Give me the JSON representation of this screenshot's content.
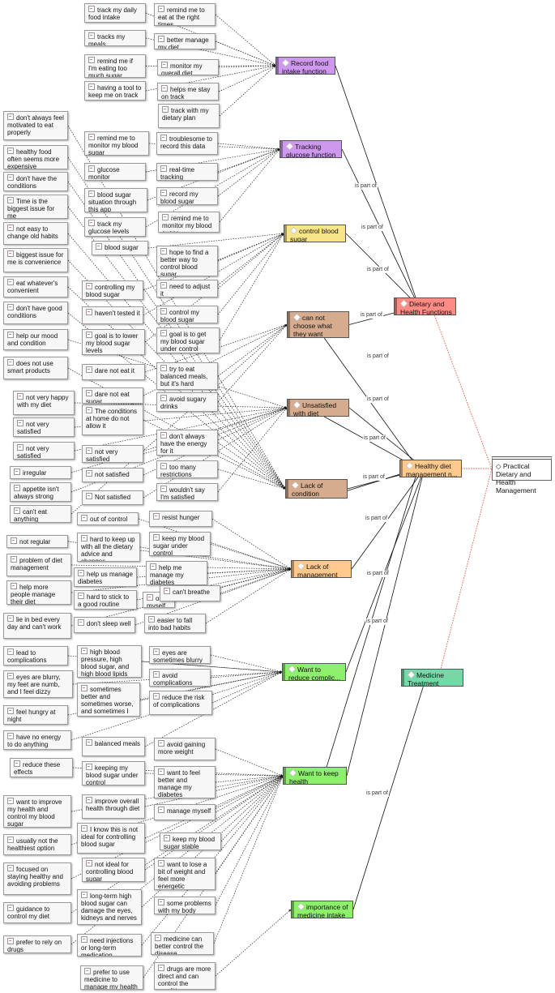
{
  "edge_label": "is part of",
  "colors": {
    "purple": "#cf98ef",
    "yellow": "#f8e588",
    "tan": "#d6ab8e",
    "orange": "#ffc98d",
    "green": "#8df06b",
    "red": "#ff8b84",
    "teal": "#74d9a7",
    "dotted_red": "#e64d3a"
  },
  "root": {
    "label": "Practical Dietary and Health Management"
  },
  "categories": [
    {
      "id": "dietary-health-functions",
      "label": "Dietary and Health Functions",
      "color": "red"
    },
    {
      "id": "healthy-diet-management",
      "label": "Healthy diet management n...",
      "color": "orange"
    },
    {
      "id": "medicine-treatment",
      "label": "Medicine Treatment",
      "color": "teal"
    }
  ],
  "themes": [
    {
      "id": "record-food",
      "label": "Record food intake function",
      "color": "purple"
    },
    {
      "id": "tracking-glucose",
      "label": "Tracking glucose function",
      "color": "purple"
    },
    {
      "id": "control-blood-sugar",
      "label": "control blood sugar",
      "color": "yellow"
    },
    {
      "id": "can-not-choose",
      "label": "can not choose what they want",
      "color": "tan"
    },
    {
      "id": "unsatisfied-diet",
      "label": "Unsatisfied with diet",
      "color": "tan"
    },
    {
      "id": "lack-condition",
      "label": "Lack of condition",
      "color": "tan"
    },
    {
      "id": "lack-management",
      "label": "Lack of management",
      "color": "orange"
    },
    {
      "id": "reduce-complications",
      "label": "Want to reduce complic...",
      "color": "green"
    },
    {
      "id": "keep-health",
      "label": "Want to keep health",
      "color": "green"
    },
    {
      "id": "importance-medicine",
      "label": "importance of medicine intake",
      "color": "green"
    }
  ],
  "quotes": [
    "track my daily food intake",
    "remind me to eat at the right times",
    "tracks my meals",
    "better manage my diet",
    "remind me if I'm eating too much sugar",
    "monitor my overall diet",
    "having a tool to keep me on track",
    "helps me stay on track",
    "track with my dietary plan",
    "don't always feel motivated to eat properly",
    "remind me to monitor my blood sugar",
    "troublesome to record this data",
    "healthy food often seems more expensive",
    "glucose monitor",
    "real-time tracking",
    "don't have the conditions",
    "blood sugar situation through this app",
    "record my blood sugar",
    "Time is the biggest issue for me",
    "track my glucose levels",
    "remind me to monitor my blood sugar",
    "not easy to change old habits",
    "blood sugar",
    "biggest issue for me is convenience",
    "hope to find a better way to control blood sugar",
    "eat whatever's convenient",
    "controlling my blood sugar",
    "need to adjust it",
    "don't have good conditions",
    "haven't tested it",
    "control my blood sugar",
    "help our mood and condition",
    "goal is to lower my blood sugar levels",
    "goal is to get my blood sugar under control",
    "does not use smart products",
    "dare not eat it",
    "try to eat balanced meals, but it's hard",
    "not very happy with my diet",
    "dare not eat sugar",
    "avoid sugary drinks",
    "not very satisfied",
    "The conditions at home do not allow it",
    "not very satisfied",
    "don't always have the energy for it",
    "not very satisfied",
    "irregular",
    "not satisfied",
    "too many restrictions",
    "appetite isn't always strong",
    "Not satisfied",
    "wouldn't say I'm satisfied",
    "can't eat anything",
    "out of control",
    "resist hunger",
    "not regular",
    "hard to keep up with all the dietary advice and changes",
    "keep my blood sugar under control",
    "problem of diet management",
    "help us manage diabetes",
    "help me manage my diabetes",
    "help more people manage their diet",
    "hard to stick to a good routine",
    "of myself",
    "can't breathe",
    "lie in bed every day and can't work",
    "don't sleep well",
    "easier to fall into bad habits",
    "lead to complications",
    "high blood pressure, high blood sugar, and high blood lipids",
    "eyes are sometimes blurry",
    "eyes are blurry, my feet are numb, and I feel dizzy",
    "avoid complications",
    "sometimes better and sometimes worse, and sometimes I feel dizzy",
    "reduce the risk of complications",
    "feel hungry at night",
    "have no energy to do anything",
    "balanced meals",
    "avoid gaining more weight",
    "reduce these effects",
    "keeping my blood sugar under control",
    "want to feel better and manage my diabetes",
    "want to improve my health and control my blood sugar",
    "improve overall health through diet",
    "manage myself",
    "usually not the healthiest option",
    "I know this is not ideal for controlling blood sugar",
    "keep my blood sugar stable",
    "focused on staying healthy and avoiding problems",
    "not ideal for controlling blood sugar",
    "want to lose a bit of weight and feel more energetic",
    "guidance to control my diet",
    "long-term high blood sugar can damage the eyes, kidneys and nerves",
    "some problems with my body",
    "prefer to rely on drugs",
    "need injections or long-term medication",
    "medicine can better control the disease",
    "prefer to use medicine to manage my health",
    "drugs are more direct and can control the condition"
  ]
}
